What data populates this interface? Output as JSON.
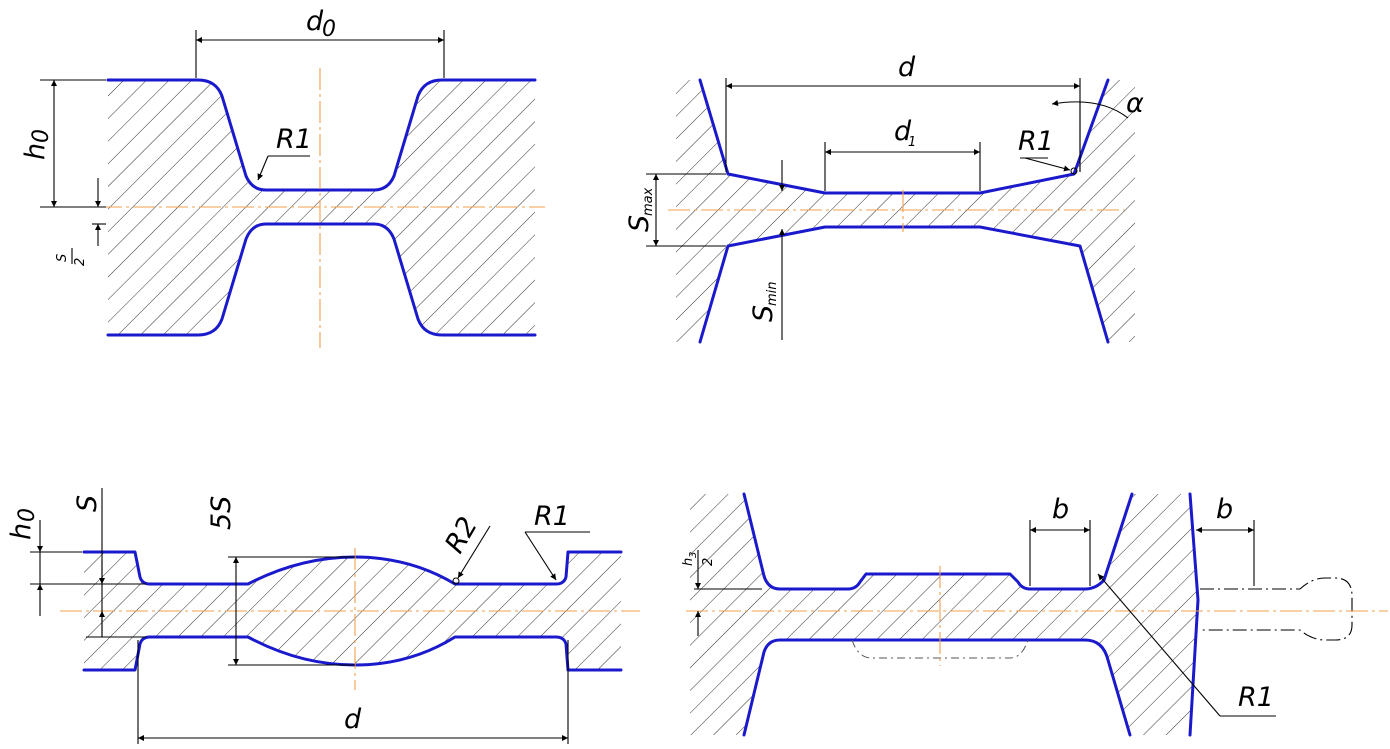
{
  "colors": {
    "outline": "#1a1acc",
    "centerline": "#f0a050",
    "dimension": "#000000",
    "hatch": "#333333"
  },
  "labels": {
    "d0": "d",
    "d0_sub": "0",
    "h0_top": "h",
    "h0_top_sub": "0",
    "r1_a": "R1",
    "s_half": "S",
    "two": "2",
    "d_b": "d",
    "d1": "d",
    "d1_sub": "1",
    "r1_b": "R1",
    "alpha": "α",
    "smax": "S",
    "smax_sub": "max",
    "smin": "S",
    "smin_sub": "min",
    "h0_c": "h",
    "h0_c_sub": "0",
    "s_c": "S",
    "five_s": "5S",
    "r2": "R2",
    "r1_c": "R1",
    "d_c": "d",
    "b1": "b",
    "b2": "b",
    "h3": "h",
    "h3_sub": "3",
    "two_d": "2",
    "r1_d": "R1"
  }
}
